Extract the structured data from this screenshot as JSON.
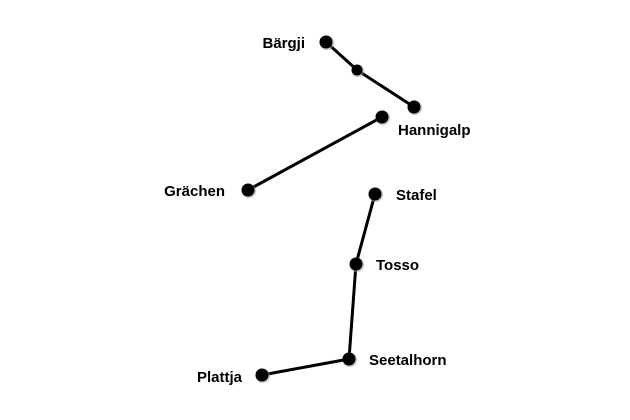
{
  "colors": {
    "background": "#ffffff",
    "line": "#000000",
    "dot": "#000000",
    "dot_shadow": "#9a9a9a",
    "label": "#000000"
  },
  "routes": [
    {
      "id": "route-baergji-hannigalp",
      "stops": [
        {
          "id": "baergji",
          "label": "Bärgji"
        },
        {
          "id": "intermediate-upper",
          "label": ""
        },
        {
          "id": "hannigalp-lower",
          "label": ""
        }
      ]
    },
    {
      "id": "route-hannigalp-graechen",
      "stops": [
        {
          "id": "hannigalp",
          "label": "Hannigalp"
        },
        {
          "id": "graechen",
          "label": "Grächen"
        }
      ]
    },
    {
      "id": "route-stafel-plattja",
      "stops": [
        {
          "id": "stafel",
          "label": "Stafel"
        },
        {
          "id": "tosso",
          "label": "Tosso"
        },
        {
          "id": "seetalhorn",
          "label": "Seetalhorn"
        },
        {
          "id": "plattja",
          "label": "Plattja"
        }
      ]
    }
  ]
}
